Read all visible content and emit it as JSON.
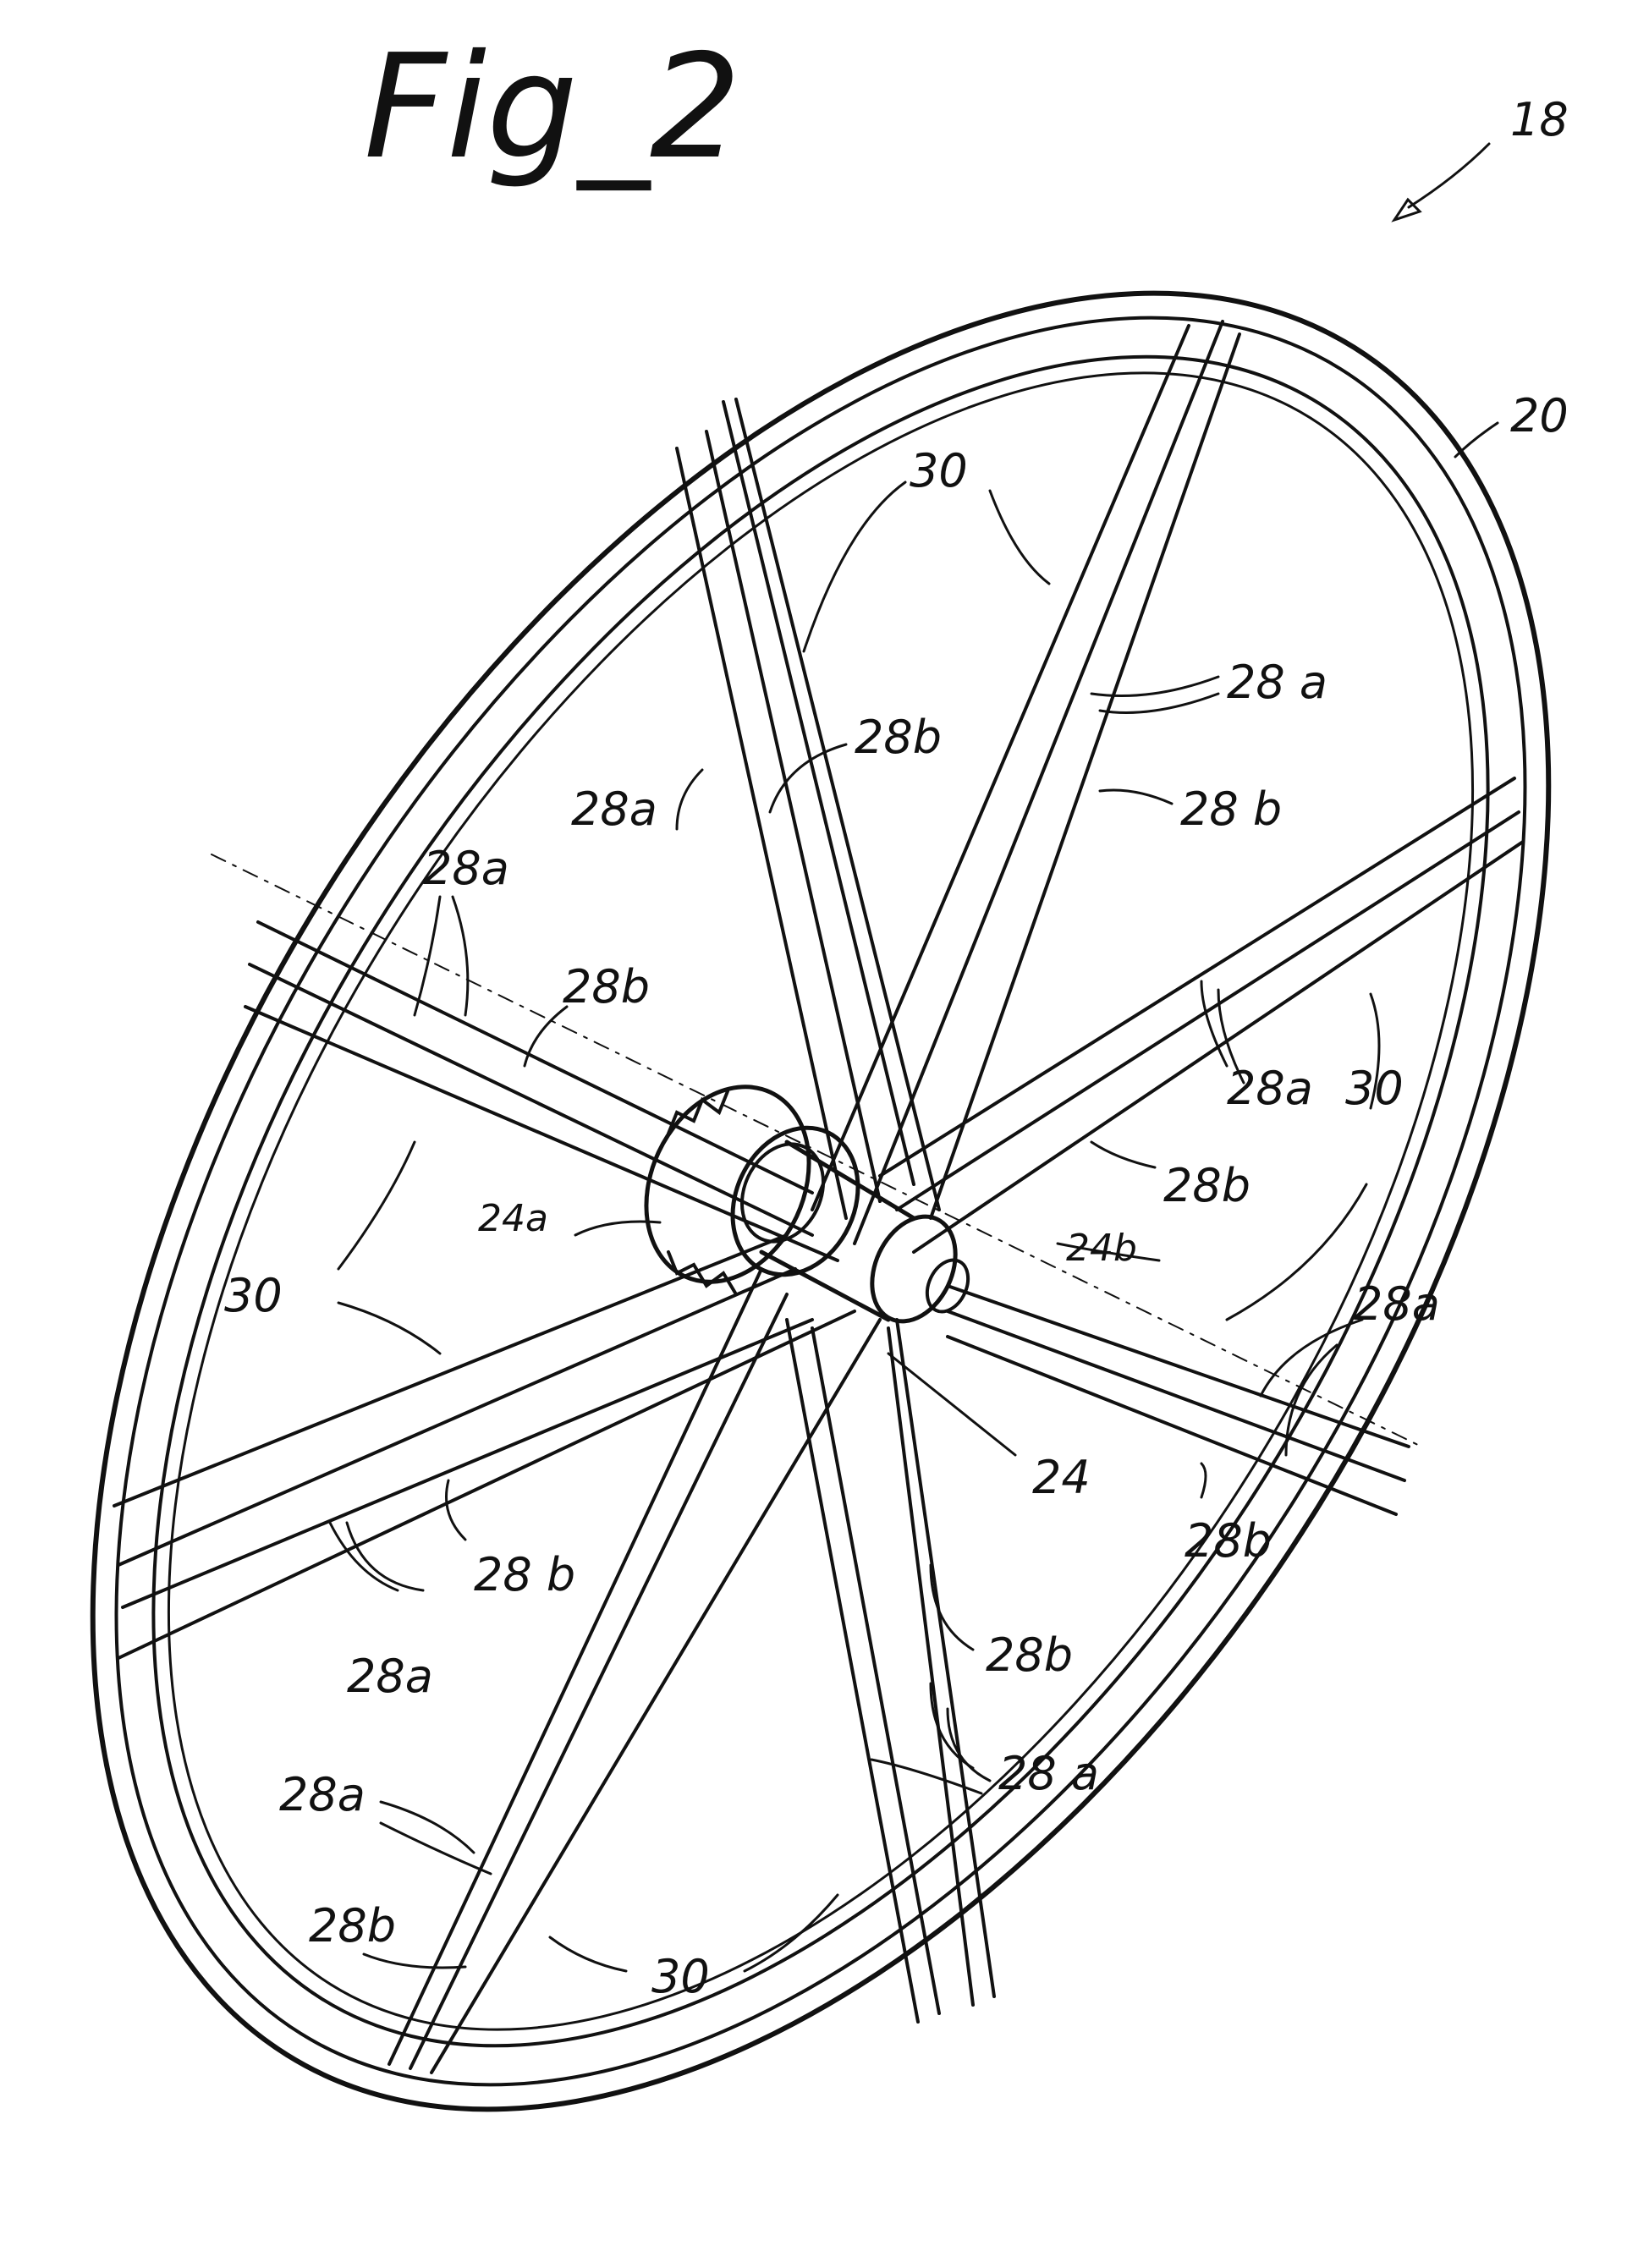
{
  "figure": {
    "title": "Fig_2",
    "reference_numerals": {
      "wheel": "18",
      "rim": "20",
      "hub": "24",
      "hub_flange_left": "24a",
      "hub_flange_right": "24b",
      "spoke_a": "28a",
      "spoke_b": "28b",
      "spoke_group": "30"
    }
  },
  "callouts": [
    {
      "id": "t18",
      "text": "18"
    },
    {
      "id": "t20",
      "text": "20"
    },
    {
      "id": "t30a",
      "text": "30"
    },
    {
      "id": "t28a_1",
      "text": "28 a"
    },
    {
      "id": "t28b_1",
      "text": "28b"
    },
    {
      "id": "t28a_2",
      "text": "28a"
    },
    {
      "id": "t28b_2",
      "text": "28 b"
    },
    {
      "id": "t28a_3",
      "text": "28a"
    },
    {
      "id": "t28b_3",
      "text": "28b"
    },
    {
      "id": "t28a_4",
      "text": "28a"
    },
    {
      "id": "t30b",
      "text": "30"
    },
    {
      "id": "t28b_4",
      "text": "28b"
    },
    {
      "id": "t24a",
      "text": "24a"
    },
    {
      "id": "t24b",
      "text": "24b"
    },
    {
      "id": "t30c",
      "text": "30"
    },
    {
      "id": "t28a_5",
      "text": "28a"
    },
    {
      "id": "t24",
      "text": "24"
    },
    {
      "id": "t28b_5",
      "text": "28b"
    },
    {
      "id": "t28b_6",
      "text": "28 b"
    },
    {
      "id": "t28a_6",
      "text": "28a"
    },
    {
      "id": "t28b_7",
      "text": "28b"
    },
    {
      "id": "t28a_7",
      "text": "28a"
    },
    {
      "id": "t28a_8",
      "text": "28 a"
    },
    {
      "id": "t28b_8",
      "text": "28b"
    },
    {
      "id": "t30d",
      "text": "30"
    }
  ]
}
